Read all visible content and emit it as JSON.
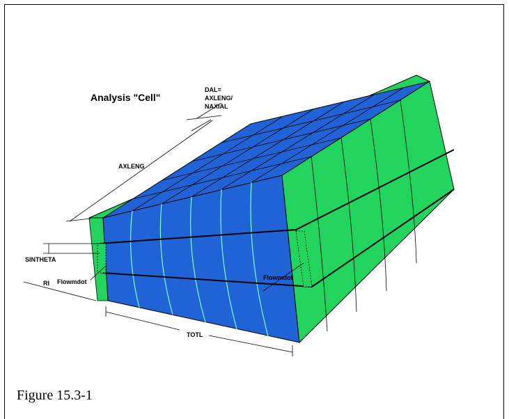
{
  "figure": {
    "title": "Analysis \"Cell\"",
    "caption": "Figure 15.3-1",
    "colors": {
      "blue": "#1f63d6",
      "green": "#22d45e",
      "outline": "#000000"
    },
    "labels": {
      "dal_line1": "DAL=",
      "dal_line2": "AXLENG/",
      "dal_line3": "NAXIAL",
      "axleng": "AXLENG",
      "sintheta": "SINTHETA",
      "flowmdot_left": "Flowmdot",
      "flowmdot_right": "Flowmdot",
      "ri": "RI",
      "totl": "TOTL"
    }
  }
}
